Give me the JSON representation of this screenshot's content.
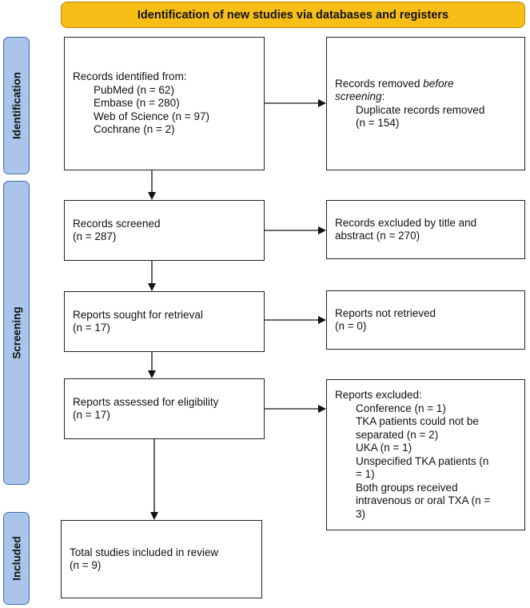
{
  "banner": "Identification of new studies via databases and registers",
  "phases": {
    "identification": "Identification",
    "screening": "Screening",
    "included": "Included"
  },
  "identified": {
    "heading": "Records identified from:",
    "sources": [
      "PubMed (n = 62)",
      "Embase (n = 280)",
      "Web of Science (n = 97)",
      "Cochrane (n = 2)"
    ]
  },
  "removed": {
    "heading_prefix": "Records removed ",
    "heading_emph_1": "before",
    "heading_emph_2": "screening",
    "heading_suffix": ":",
    "item_line1": "Duplicate records removed",
    "item_line2": "(n = 154)"
  },
  "screened": {
    "line1": "Records screened",
    "line2": "(n = 287)"
  },
  "excluded_title": {
    "line1": "Records excluded by title and",
    "line2": "abstract (n = 270)"
  },
  "sought": {
    "line1": "Reports sought for retrieval",
    "line2": "(n = 17)"
  },
  "not_retrieved": {
    "line1": "Reports not retrieved",
    "line2": "(n = 0)"
  },
  "assessed": {
    "line1": "Reports assessed for eligibility",
    "line2": "(n = 17)"
  },
  "reports_excluded": {
    "heading": "Reports excluded:",
    "lines": [
      "Conference (n = 1)",
      "TKA patients could not be",
      "separated (n = 2)",
      "UKA (n = 1)",
      "Unspecified TKA patients (n",
      "= 1)",
      "Both groups received",
      "intravenous or oral TXA (n =",
      "3)"
    ]
  },
  "included_box": {
    "line1": "Total studies included in review",
    "line2": "(n = 9)"
  }
}
